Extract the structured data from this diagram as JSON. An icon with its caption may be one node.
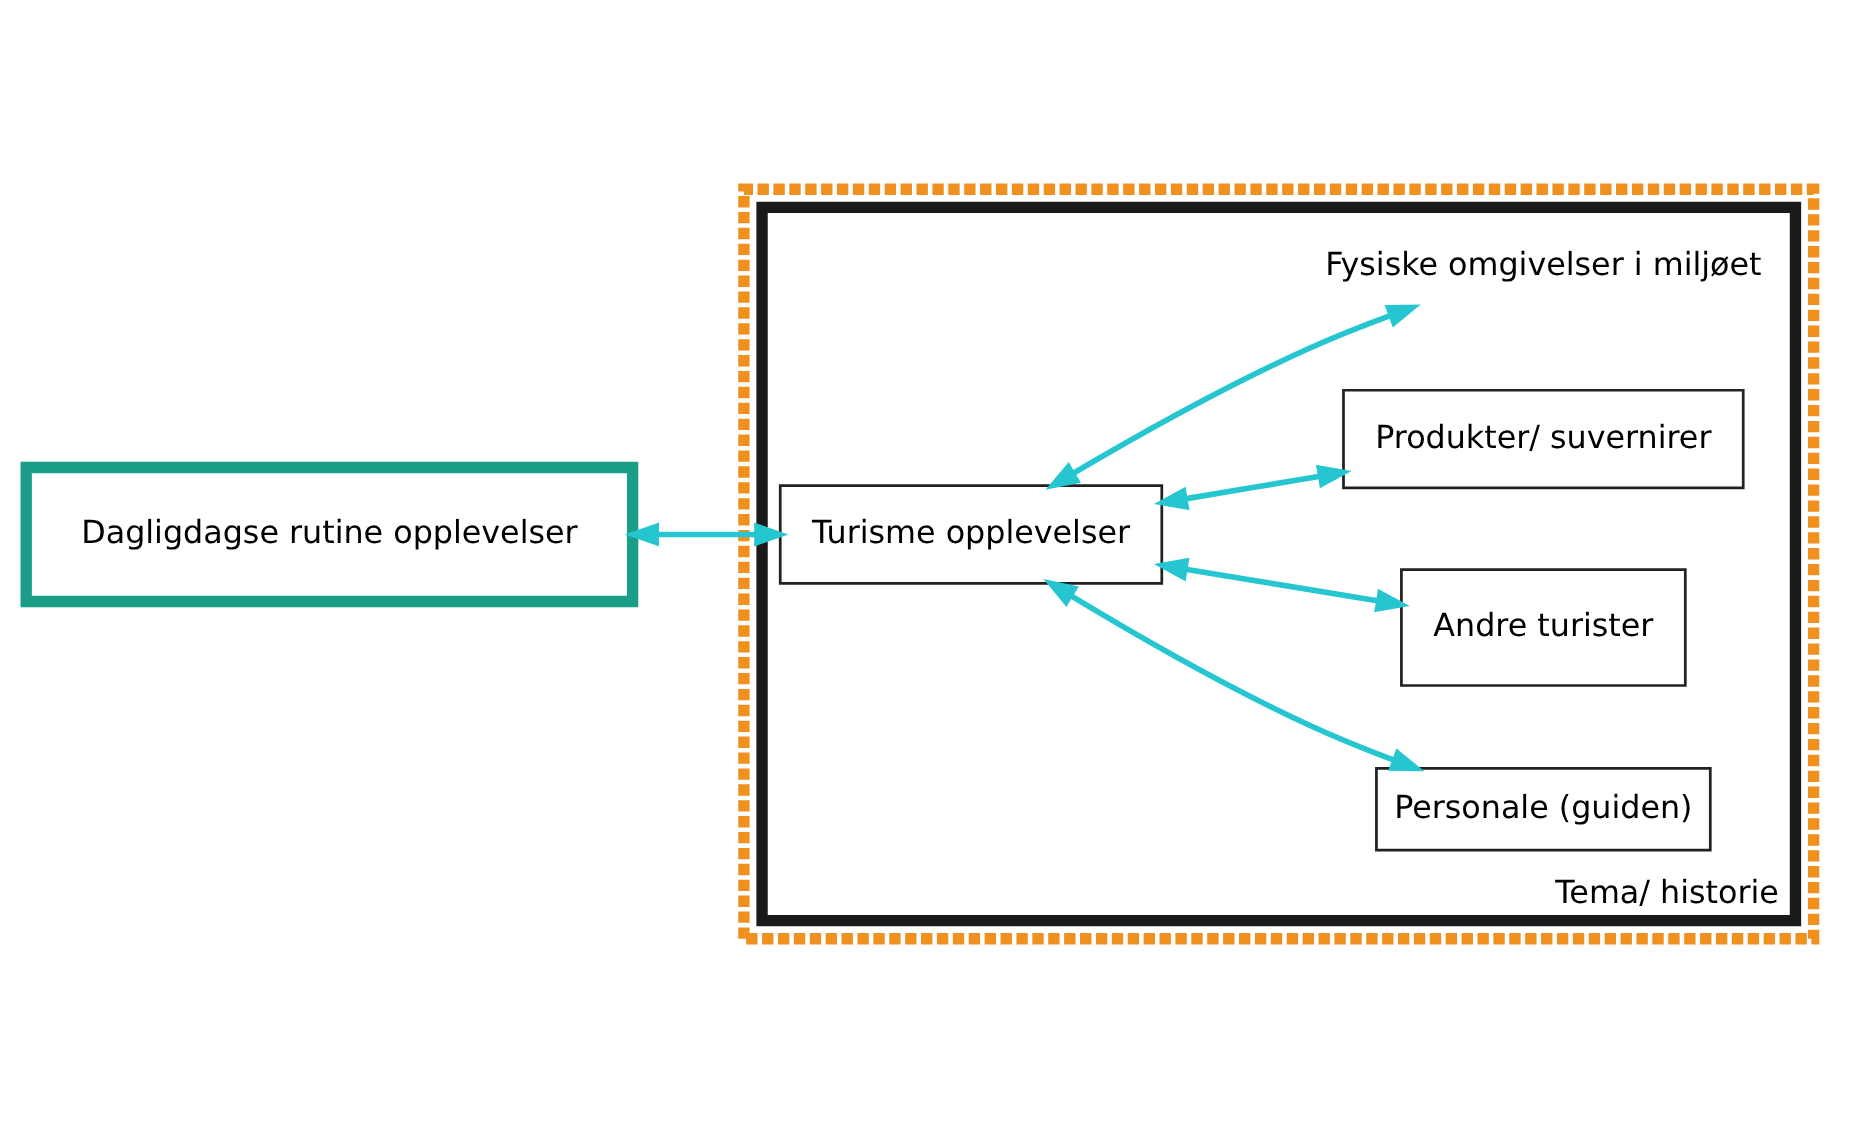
{
  "diagram": {
    "nodes": [
      {
        "text": [],
        "shape": "box"
      },
      {
        "text": [
          "Tema/ historie"
        ],
        "in": 0
      },
      {
        "text": [
          "Dagligdagse rutine opplevelser"
        ]
      },
      {
        "text": [
          "Turisme opplevelser"
        ],
        "in": 1
      },
      {
        "text": [
          "Personale (guiden)"
        ],
        "in": 1
      },
      {
        "text": [
          "Andre turister"
        ],
        "in": 1
      },
      {
        "text": [
          "Produkter/ suvernirer"
        ],
        "in": 1
      },
      {
        "text": [
          "Fysiske omgivelser i miljøet"
        ],
        "in": 1
      }
    ],
    "edges": [
      {
        "from": 2,
        "to": 3,
        "arrow": "both"
      },
      {
        "from": 3,
        "to": 4,
        "arrow": "both"
      },
      {
        "from": 3,
        "to": 5,
        "arrow": "both"
      },
      {
        "from": 3,
        "to": 6,
        "arrow": "both"
      },
      {
        "from": 3,
        "to": 7,
        "arrow": "both"
      }
    ]
  }
}
